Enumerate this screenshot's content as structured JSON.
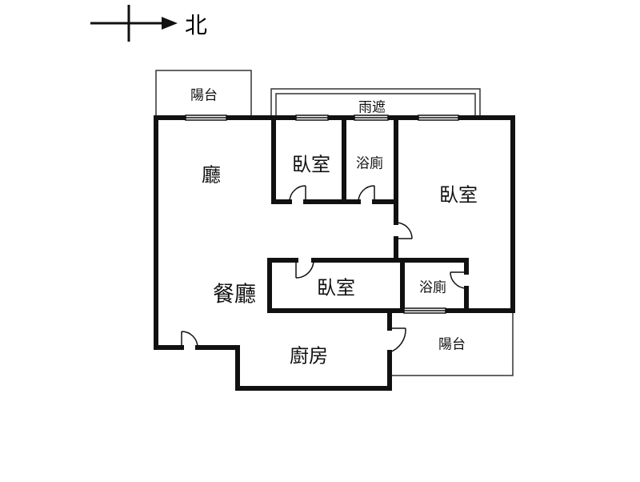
{
  "compass": {
    "label": "北"
  },
  "rooms": {
    "balcony_top": "陽台",
    "canopy": "雨遮",
    "living_room": "廳",
    "bedroom_north": "臥室",
    "bathroom_north": "浴廁",
    "bedroom_master": "臥室",
    "dining_room": "餐廳",
    "bedroom_center": "臥室",
    "bathroom_master": "浴廁",
    "balcony_bottom": "陽台",
    "kitchen": "廚房"
  },
  "colors": {
    "wall": "#111111",
    "thin_line": "#333333",
    "background": "#ffffff"
  }
}
